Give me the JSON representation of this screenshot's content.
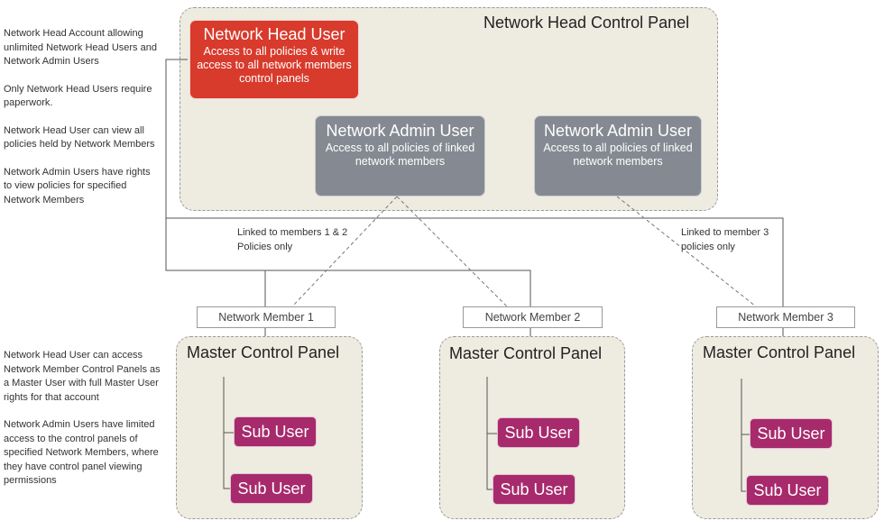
{
  "notes_top": [
    "Network Head Account allowing unlimited Network Head Users and Network Admin Users",
    "Only Network Head Users require paperwork.",
    "Network Head User can view all policies held by Network Members",
    "Network Admin Users have rights to view policies for specified Network Members"
  ],
  "notes_bottom": [
    "Network Head User can access Network Member Control Panels as a Master User with full Master User rights for that account",
    "Network Admin Users have limited access to the control panels of specified Network Members, where they have control panel viewing permissions"
  ],
  "head_panel": {
    "title": "Network Head Control Panel",
    "head_user": {
      "title": "Network Head User",
      "desc": "Access to all policies & write access to all network members control panels"
    },
    "admins": [
      {
        "title": "Network Admin User",
        "desc": "Access to all policies of linked network members"
      },
      {
        "title": "Network Admin User",
        "desc": "Access to all policies of linked network members"
      }
    ]
  },
  "link_labels": [
    "Linked to members 1 & 2 Policies only",
    "Linked to member 3 policies only"
  ],
  "members": [
    {
      "label": "Network Member 1",
      "panel_title": "Master Control Panel",
      "sub_users": [
        "Sub User",
        "Sub User"
      ]
    },
    {
      "label": "Network Member 2",
      "panel_title": "Master Control Panel",
      "sub_users": [
        "Sub User",
        "Sub User"
      ]
    },
    {
      "label": "Network Member 3",
      "panel_title": "Master Control Panel",
      "sub_users": [
        "Sub User",
        "Sub User"
      ]
    }
  ],
  "colors": {
    "head_user": "#d83a2c",
    "admin_user": "#858a92",
    "sub_user": "#a72a6c",
    "panel_bg": "#eeebe1"
  }
}
